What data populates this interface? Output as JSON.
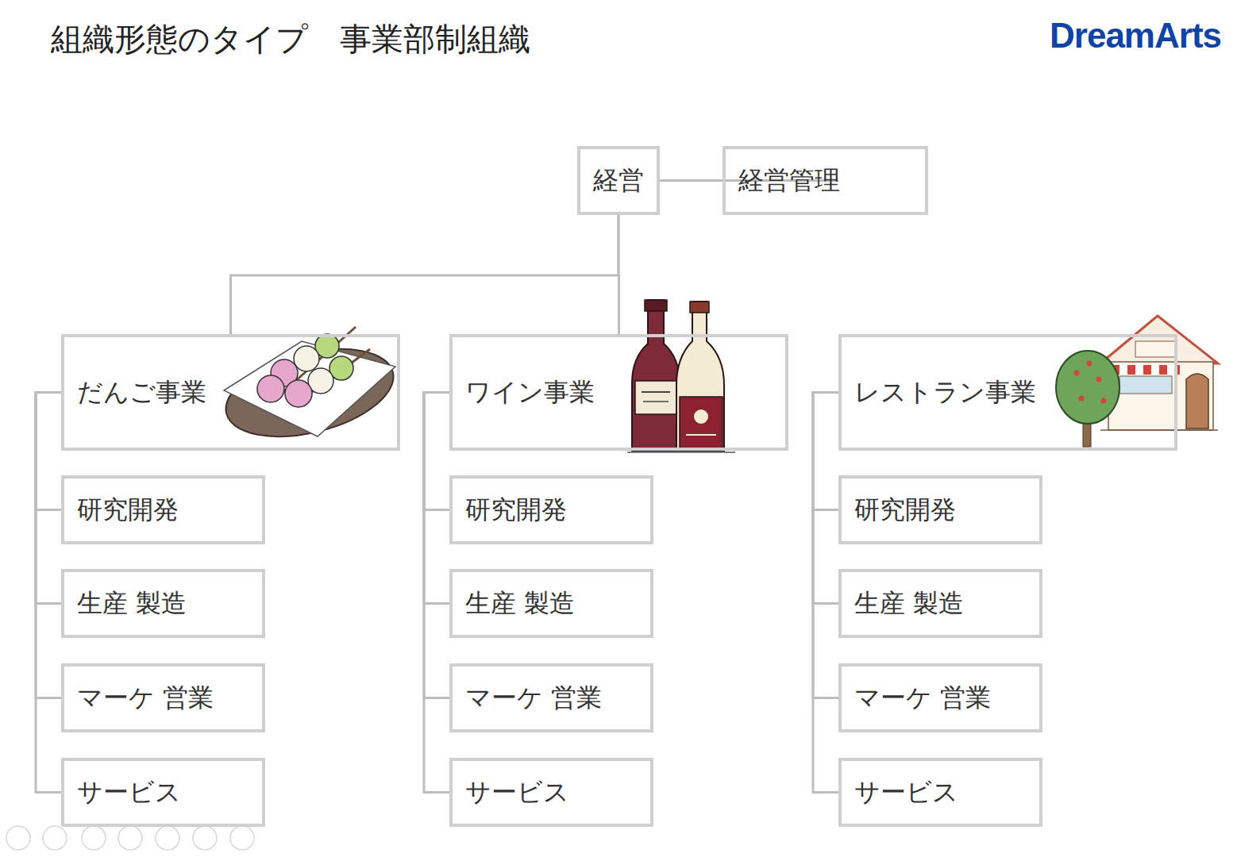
{
  "diagram": {
    "title": "組織形態のタイプ　事業部制組織",
    "nodes": [
      {
        "text": [
          "経営"
        ]
      },
      {
        "text": [
          "経営管理"
        ]
      },
      {
        "text": [
          "だんご事業"
        ]
      },
      {
        "text": [
          "研究開発"
        ]
      },
      {
        "text": [
          "生産 製造"
        ]
      },
      {
        "text": [
          "マーケ 営業"
        ]
      },
      {
        "text": [
          "サービス"
        ]
      },
      {
        "text": [
          "ワイン事業"
        ]
      },
      {
        "text": [
          "研究開発"
        ]
      },
      {
        "text": [
          "生産 製造"
        ]
      },
      {
        "text": [
          "マーケ 営業"
        ]
      },
      {
        "text": [
          "サービス"
        ]
      },
      {
        "text": [
          "レストラン事業"
        ]
      },
      {
        "text": [
          "研究開発"
        ]
      },
      {
        "text": [
          "生産 製造"
        ]
      },
      {
        "text": [
          "マーケ 営業"
        ]
      },
      {
        "text": [
          "サービス"
        ]
      }
    ],
    "edges": [
      {
        "from": 0,
        "to": 1,
        "arrow": "none"
      },
      {
        "from": 0,
        "to": 2,
        "arrow": "none"
      },
      {
        "from": 0,
        "to": 7,
        "arrow": "none"
      },
      {
        "from": 0,
        "to": 12,
        "arrow": "none"
      },
      {
        "from": 2,
        "to": 3,
        "arrow": "none"
      },
      {
        "from": 2,
        "to": 4,
        "arrow": "none"
      },
      {
        "from": 2,
        "to": 5,
        "arrow": "none"
      },
      {
        "from": 2,
        "to": 6,
        "arrow": "none"
      },
      {
        "from": 7,
        "to": 8,
        "arrow": "none"
      },
      {
        "from": 7,
        "to": 9,
        "arrow": "none"
      },
      {
        "from": 7,
        "to": 10,
        "arrow": "none"
      },
      {
        "from": 7,
        "to": 11,
        "arrow": "none"
      },
      {
        "from": 12,
        "to": 13,
        "arrow": "none"
      },
      {
        "from": 12,
        "to": 14,
        "arrow": "none"
      },
      {
        "from": 12,
        "to": 15,
        "arrow": "none"
      },
      {
        "from": 12,
        "to": 16,
        "arrow": "none"
      }
    ],
    "labels": [
      "DreamArts"
    ]
  }
}
